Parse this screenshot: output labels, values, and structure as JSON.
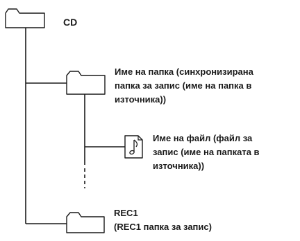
{
  "root": {
    "label": "CD",
    "icon": "folder-icon"
  },
  "sync_folder": {
    "icon": "folder-icon",
    "label_lines": [
      "Име на папка (синхронизирана",
      "папка за запис (име на папка в",
      "източника))"
    ]
  },
  "file": {
    "icon": "music-file-icon",
    "label_lines": [
      "Име на файл (файл за",
      "запис (име на папката в",
      "източника))"
    ]
  },
  "rec_folder": {
    "icon": "folder-icon",
    "label_lines": [
      "REC1",
      "(REC1 папка за запис)"
    ]
  },
  "colors": {
    "line": "#1a1a1a",
    "text": "#1a1a1a",
    "background": "#ffffff"
  }
}
